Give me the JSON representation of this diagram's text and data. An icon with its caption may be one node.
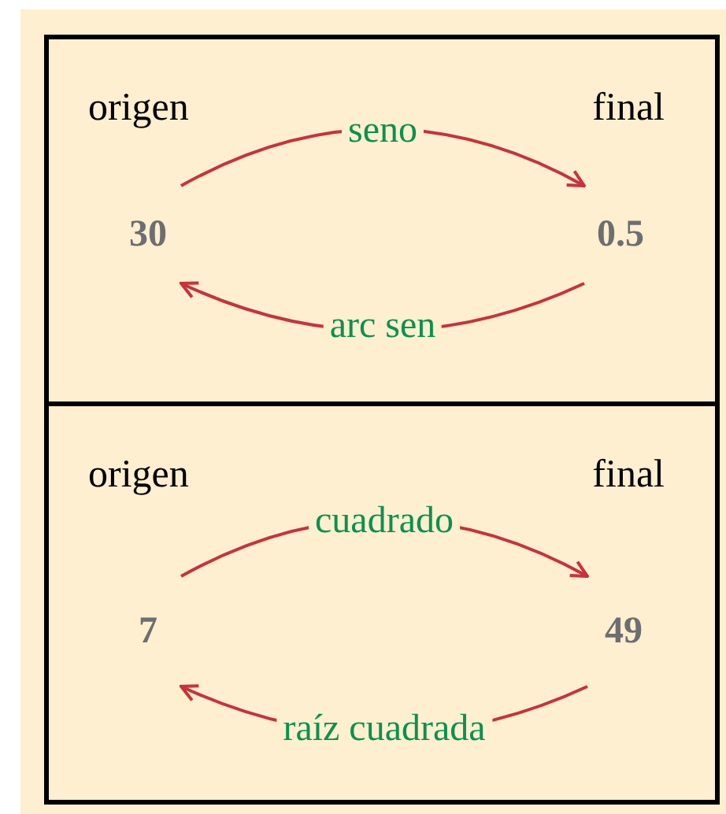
{
  "diagram": {
    "nodes": [
      {
        "text": [
          "origen",
          "final"
        ]
      },
      {
        "text": [
          "30"
        ],
        "in": 0
      },
      {
        "text": [
          "0.5"
        ],
        "in": 0
      },
      {
        "text": [
          "origen",
          "final"
        ]
      },
      {
        "text": [
          "7"
        ],
        "in": 3
      },
      {
        "text": [
          "49"
        ],
        "in": 3
      }
    ],
    "edges": [
      {
        "from": 1,
        "to": 2,
        "arrow": "to",
        "label": "seno"
      },
      {
        "from": 2,
        "to": 1,
        "arrow": "to",
        "label": "arc sen"
      },
      {
        "from": 4,
        "to": 5,
        "arrow": "to",
        "label": "cuadrado"
      },
      {
        "from": 5,
        "to": 4,
        "arrow": "to",
        "label": "raíz cuadrada"
      }
    ]
  }
}
